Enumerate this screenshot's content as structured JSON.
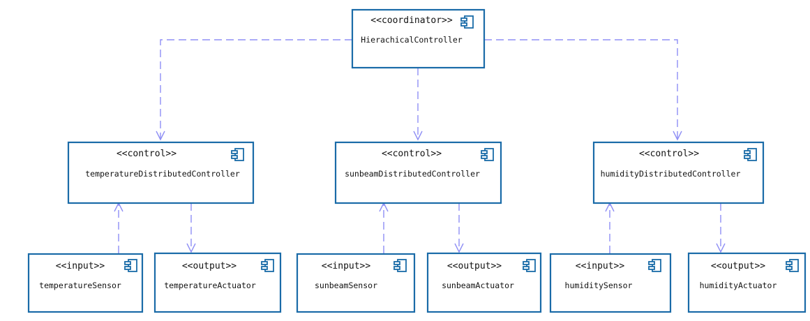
{
  "nodes": {
    "coordinator": {
      "stereotype": "<<coordinator>>",
      "name": "HierachicalController",
      "icon": "component-icon"
    },
    "temperature_controller": {
      "stereotype": "<<control>>",
      "name": "temperatureDistributedController",
      "icon": "component-icon"
    },
    "sunbeam_controller": {
      "stereotype": "<<control>>",
      "name": "sunbeamDistributedController",
      "icon": "component-icon"
    },
    "humidity_controller": {
      "stereotype": "<<control>>",
      "name": "humidityDistributedController",
      "icon": "component-icon"
    },
    "temperature_sensor": {
      "stereotype": "<<input>>",
      "name": "temperatureSensor",
      "icon": "component-icon"
    },
    "temperature_actuator": {
      "stereotype": "<<output>>",
      "name": "temperatureActuator",
      "icon": "component-icon"
    },
    "sunbeam_sensor": {
      "stereotype": "<<input>>",
      "name": "sunbeamSensor",
      "icon": "component-icon"
    },
    "sunbeam_actuator": {
      "stereotype": "<<output>>",
      "name": "sunbeamActuator",
      "icon": "component-icon"
    },
    "humidity_sensor": {
      "stereotype": "<<input>>",
      "name": "humiditySensor",
      "icon": "component-icon"
    },
    "humidity_actuator": {
      "stereotype": "<<output>>",
      "name": "humidityActuator",
      "icon": "component-icon"
    }
  },
  "edges": [
    {
      "from": "coordinator",
      "to": "temperature_controller",
      "style": "dashed-dependency"
    },
    {
      "from": "coordinator",
      "to": "sunbeam_controller",
      "style": "dashed-dependency"
    },
    {
      "from": "coordinator",
      "to": "humidity_controller",
      "style": "dashed-dependency"
    },
    {
      "from": "temperature_sensor",
      "to": "temperature_controller",
      "style": "dashed-dependency"
    },
    {
      "from": "temperature_controller",
      "to": "temperature_actuator",
      "style": "dashed-dependency"
    },
    {
      "from": "sunbeam_sensor",
      "to": "sunbeam_controller",
      "style": "dashed-dependency"
    },
    {
      "from": "sunbeam_controller",
      "to": "sunbeam_actuator",
      "style": "dashed-dependency"
    },
    {
      "from": "humidity_sensor",
      "to": "humidity_controller",
      "style": "dashed-dependency"
    },
    {
      "from": "humidity_controller",
      "to": "humidity_actuator",
      "style": "dashed-dependency"
    }
  ],
  "colors": {
    "node_border": "#1a6ba8",
    "edge": "#8f8ff5",
    "text": "#111111",
    "background": "#ffffff"
  }
}
